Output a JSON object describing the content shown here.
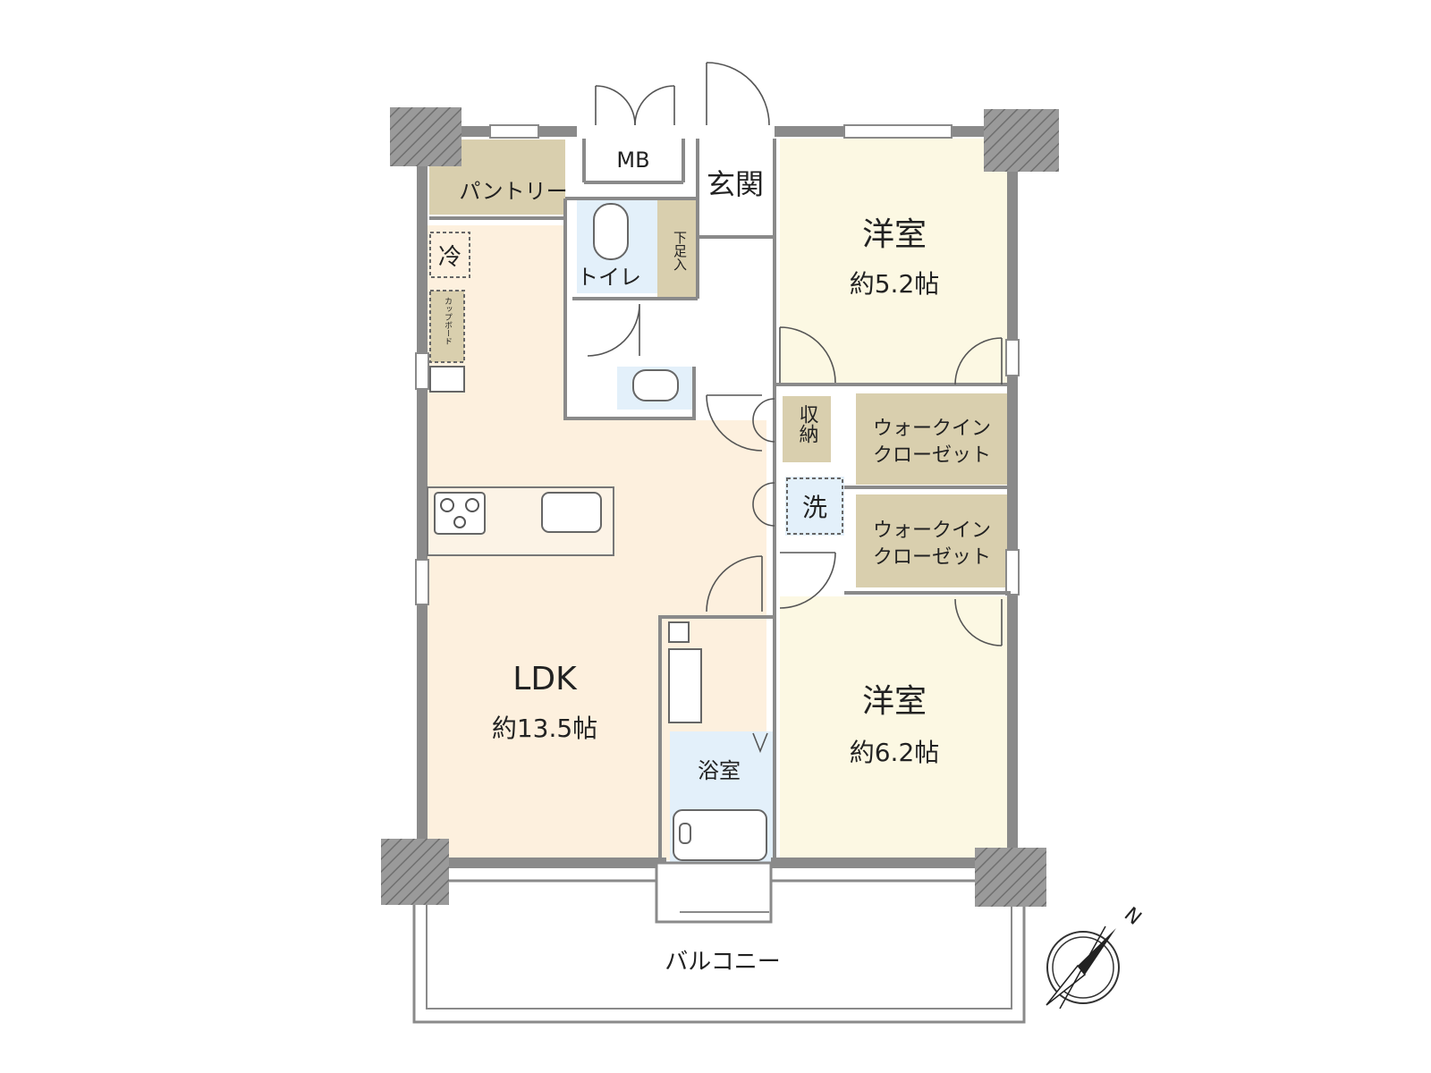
{
  "colors": {
    "ldk": "#fdf0de",
    "western": "#fcf8e3",
    "storage": "#d9cfae",
    "wet": "#e3f0fa",
    "entry": "#ffffff",
    "wall": "#8a8a8a"
  },
  "rooms": {
    "ldk": {
      "name": "LDK",
      "size": "約13.5帖"
    },
    "western_north": {
      "name": "洋室",
      "size": "約5.2帖"
    },
    "western_south": {
      "name": "洋室",
      "size": "約6.2帖"
    },
    "genkan": {
      "name": "玄関"
    },
    "mb": {
      "name": "MB"
    },
    "pantry": {
      "name": "パントリー"
    },
    "toilet": {
      "name": "トイレ"
    },
    "shoe_storage": {
      "name": "下足入"
    },
    "fridge": {
      "name": "冷"
    },
    "cupboard": {
      "name": "カップボード"
    },
    "storage": {
      "name": "収納"
    },
    "laundry": {
      "name": "洗"
    },
    "wic_north": {
      "line1": "ウォークイン",
      "line2": "クローゼット"
    },
    "wic_south": {
      "line1": "ウォークイン",
      "line2": "クローゼット"
    },
    "bath": {
      "name": "浴室"
    },
    "balcony": {
      "name": "バルコニー"
    }
  },
  "compass": {
    "label": "N",
    "icon": "compass-north-arrow-icon"
  }
}
